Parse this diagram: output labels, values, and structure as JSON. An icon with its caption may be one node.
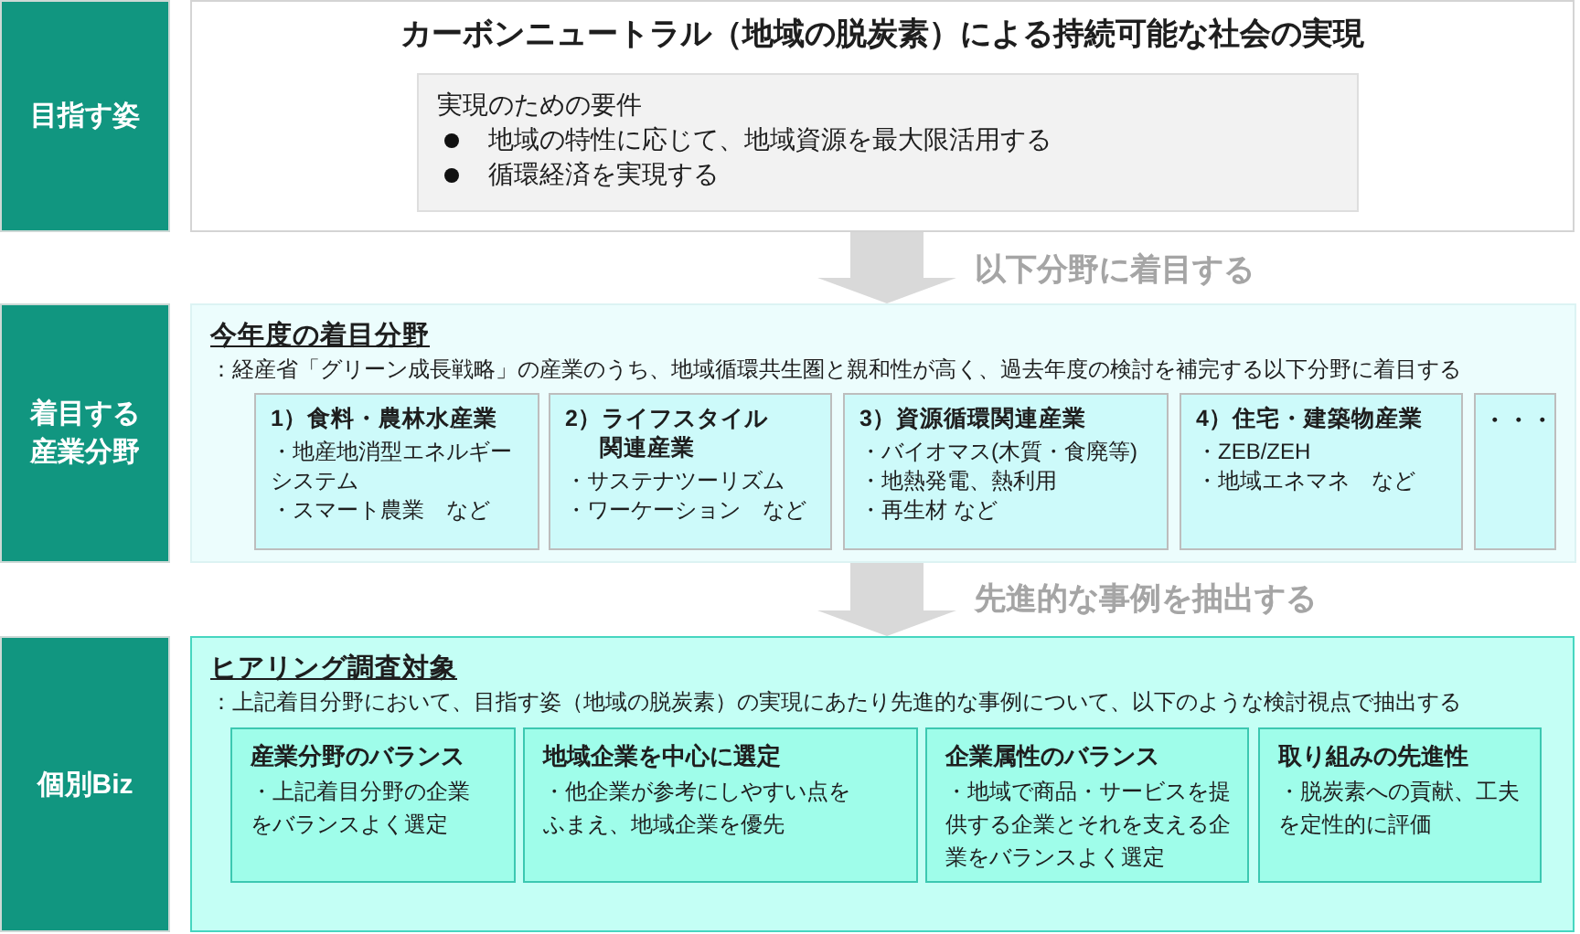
{
  "diagram": {
    "nodes": [
      {
        "text": [
          "目指す姿"
        ]
      },
      {
        "text": [
          "カーボンニュートラル（地域の脱炭素）による持続可能な社会の実現"
        ]
      },
      {
        "text": [
          "実現のための要件",
          "地域の特性に応じて、地域資源を最大限活用する",
          "循環経済を実現する"
        ],
        "in": 1
      },
      {
        "text": [
          "着目する産業分野"
        ]
      },
      {
        "text": [
          "今年度の着目分野",
          "：経産省「グリーン成長戦略」の産業のうち、地域循環共生圏と親和性が高く、過去年度の検討を補完する以下分野に着目する"
        ]
      },
      {
        "text": [
          "1）食料・農林水産業",
          "・地産地消型エネルギーシステム",
          "・スマート農業　など"
        ],
        "in": 4
      },
      {
        "text": [
          "2）ライフスタイル関連産業",
          "・サステナツーリズム",
          "・ワーケーション　など"
        ],
        "in": 4
      },
      {
        "text": [
          "3）資源循環関連産業",
          "・バイオマス(木質・食廃等)",
          "・地熱発電、熱利用",
          "・再生材 など"
        ],
        "in": 4
      },
      {
        "text": [
          "4）住宅・建築物産業",
          "・ZEB/ZEH",
          "・地域エネマネ　など"
        ],
        "in": 4
      },
      {
        "text": [
          "・・・"
        ],
        "in": 4
      },
      {
        "text": [
          "個別Biz"
        ]
      },
      {
        "text": [
          "ヒアリング調査対象",
          "：上記着目分野において、目指す姿（地域の脱炭素）の実現にあたり先進的な事例について、以下のような検討視点で抽出する"
        ]
      },
      {
        "text": [
          "産業分野のバランス",
          "・上記着目分野の企業をバランスよく選定"
        ],
        "in": 11
      },
      {
        "text": [
          "地域企業を中心に選定",
          "・他企業が参考にしやすい点をふまえ、地域企業を優先"
        ],
        "in": 11
      },
      {
        "text": [
          "企業属性のバランス",
          "・地域で商品・サービスを提供する企業とそれを支える企業をバランスよく選定"
        ],
        "in": 11
      },
      {
        "text": [
          "取り組みの先進性",
          "・脱炭素への貢献、工夫を定性的に評価"
        ],
        "in": 11
      }
    ],
    "edges": [
      {
        "from": 1,
        "to": 4,
        "arrow": "to",
        "label": "以下分野に着目する"
      },
      {
        "from": 4,
        "to": 11,
        "arrow": "to",
        "label": "先進的な事例を抽出する"
      }
    ]
  }
}
